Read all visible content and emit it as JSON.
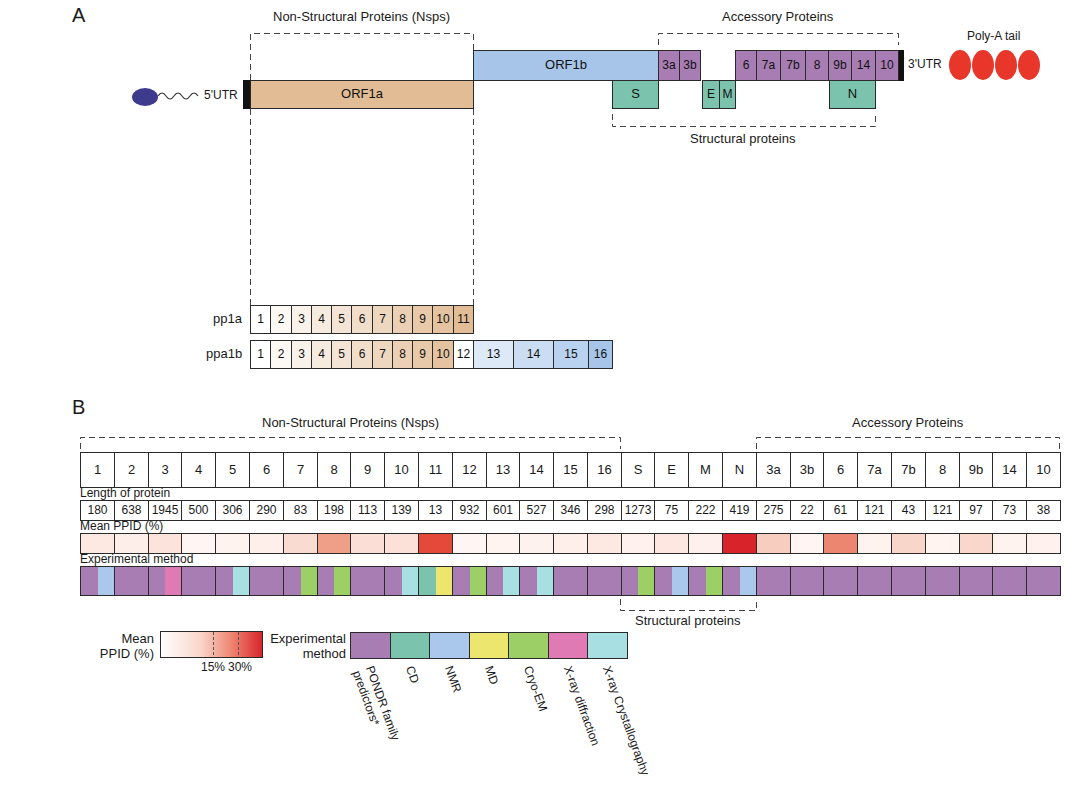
{
  "diagram": {
    "nodes": [
      {
        "text": [
          "ORF1a"
        ]
      },
      {
        "text": [
          "ORF1b"
        ]
      },
      {
        "text": [
          "S"
        ]
      },
      {
        "text": [
          "3a"
        ]
      },
      {
        "text": [
          "3b"
        ]
      },
      {
        "text": [
          "E"
        ]
      },
      {
        "text": [
          "M"
        ]
      },
      {
        "text": [
          "6"
        ]
      },
      {
        "text": [
          "7a"
        ]
      },
      {
        "text": [
          "7b"
        ]
      },
      {
        "text": [
          "8"
        ]
      },
      {
        "text": [
          "9b"
        ]
      },
      {
        "text": [
          "N"
        ]
      },
      {
        "text": [
          "14"
        ]
      },
      {
        "text": [
          "10"
        ]
      },
      {
        "text": [
          "1"
        ]
      },
      {
        "text": [
          "2"
        ]
      },
      {
        "text": [
          "3"
        ]
      },
      {
        "text": [
          "4"
        ]
      },
      {
        "text": [
          "5"
        ]
      },
      {
        "text": [
          "6"
        ]
      },
      {
        "text": [
          "7"
        ]
      },
      {
        "text": [
          "8"
        ]
      },
      {
        "text": [
          "9"
        ]
      },
      {
        "text": [
          "10"
        ]
      },
      {
        "text": [
          "11"
        ]
      },
      {
        "text": [
          "1"
        ]
      },
      {
        "text": [
          "2"
        ]
      },
      {
        "text": [
          "3"
        ]
      },
      {
        "text": [
          "4"
        ]
      },
      {
        "text": [
          "5"
        ]
      },
      {
        "text": [
          "6"
        ]
      },
      {
        "text": [
          "7"
        ]
      },
      {
        "text": [
          "8"
        ]
      },
      {
        "text": [
          "9"
        ]
      },
      {
        "text": [
          "10"
        ]
      },
      {
        "text": [
          "12"
        ]
      },
      {
        "text": [
          "13"
        ]
      },
      {
        "text": [
          "14"
        ]
      },
      {
        "text": [
          "15"
        ]
      },
      {
        "text": [
          "16"
        ]
      }
    ],
    "edges": [
      {
        "from": 0,
        "to": 15,
        "arrow": "none"
      },
      {
        "from": 0,
        "to": 25,
        "arrow": "none"
      }
    ],
    "labels": [
      "A",
      "Non-Structural Proteins (Nsps)",
      "Accessory Proteins",
      "5'UTR",
      "3'UTR",
      "Poly-A tail",
      "Structural proteins",
      "pp1a",
      "ppa1b",
      "B",
      "Non-Structural Proteins (Nsps)",
      "Accessory Proteins",
      "1",
      "2",
      "3",
      "4",
      "5",
      "6",
      "7",
      "8",
      "9",
      "10",
      "11",
      "12",
      "13",
      "14",
      "15",
      "16",
      "S",
      "E",
      "M",
      "N",
      "3a",
      "3b",
      "6",
      "7a",
      "7b",
      "8",
      "9b",
      "14",
      "10",
      "Length of protein",
      "180",
      "638",
      "1945",
      "500",
      "306",
      "290",
      "83",
      "198",
      "113",
      "139",
      "13",
      "932",
      "601",
      "527",
      "346",
      "298",
      "1273",
      "75",
      "222",
      "419",
      "275",
      "22",
      "61",
      "121",
      "43",
      "121",
      "97",
      "73",
      "38",
      "Mean PPID (%)",
      "Experimental method",
      "Structural proteins",
      "Mean PPID (%)",
      "15%",
      "30%",
      "Experimental method"
    ],
    "legend": [
      {
        "text": "PONDR family predictors*",
        "color": "#a77db4"
      },
      {
        "text": "CD",
        "color": "#7cc3ae"
      },
      {
        "text": "NMR",
        "color": "#a9c8ec"
      },
      {
        "text": "MD",
        "color": "#ece66f"
      },
      {
        "text": "Cryo-EM",
        "color": "#9dcf67"
      },
      {
        "text": "X-ray diffraction",
        "color": "#e07ab4"
      },
      {
        "text": "X-ray Crystallography",
        "color": "#a7dfe2"
      }
    ]
  }
}
